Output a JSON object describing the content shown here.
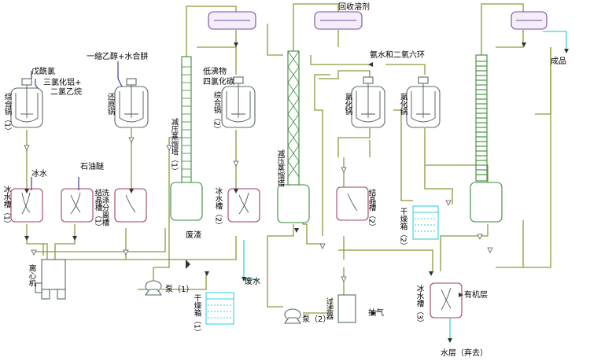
{
  "labels": {
    "raw_benzoyl_chloride": "戊酰氯",
    "raw_alcl3_dce": "三氯化铝+\n二氯乙烷",
    "raw_alcl3_line1": "三氯化铝+",
    "raw_alcl3_line2": "二氯乙烷",
    "reactor_1": "综合锅（1）",
    "ice_water": "冰水",
    "ice_tank_1": "冰水槽（1）",
    "petroleum_ether": "石油醚",
    "crystal_tank_1": "结晶槽（1）",
    "centrifuge": "离心机",
    "reflux_feed": "一缩乙醇+水合肼",
    "reduction_pot": "还原锅",
    "wash_separator": "洗涤分离槽",
    "pump_1": "泵（1）",
    "dry_box_1": "干燥箱（1）",
    "vac_column_1": "减压蒸馏塔（1）",
    "waste_residue": "废渣",
    "low_boilers": "低沸物",
    "ccl4": "四氯化碳",
    "reactor_2": "综合锅（2）",
    "ice_tank_2": "冰水槽（2）",
    "waste_water": "废水",
    "recovered_solvent": "回收溶剂",
    "vac_column_2": "减压蒸馏塔",
    "pump_2": "泵（2）",
    "filter": "过滤器",
    "vacuum": "抽气",
    "ammonia_byproduct": "氨水和二氧六环",
    "chlorination_pot_1": "氯化锅",
    "chlorination_pot_2": "氯化锅",
    "crystal_tank_2": "结晶槽（2）",
    "dry_box_2": "干燥箱（2）",
    "product": "成品",
    "ice_tank_3": "冰水槽（3）",
    "organic_layer": "有机层",
    "water_layer": "水层（弃去）"
  },
  "colors": {
    "pipe": "#8a9a3a",
    "water": "#3ad0e0",
    "column": "#3a8a3a",
    "condenser": "#7a4aa0",
    "vessel_pink": "#a04060"
  }
}
